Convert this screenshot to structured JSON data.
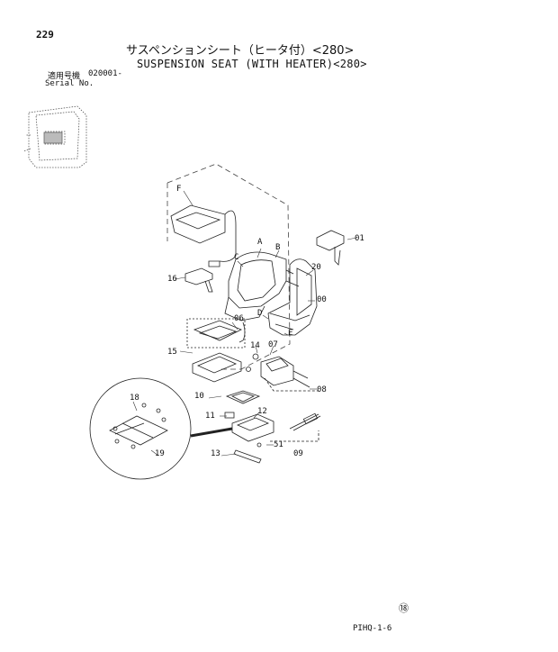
{
  "header": {
    "page_number": "229",
    "title_jp": "サスペンションシート（ヒータ付）<280>",
    "title_en": "SUSPENSION SEAT (WITH HEATER)<280>",
    "serial_label_jp": "適用号機",
    "serial_label_en": "Serial No.",
    "serial_value": "020001-"
  },
  "callouts": {
    "F": "F",
    "A": "A",
    "B": "B",
    "C": "C",
    "D": "D",
    "E": "E",
    "p01": "01",
    "p16a": "16",
    "p20": "20",
    "p00": "00",
    "p06": "06",
    "p14": "14",
    "p07": "07",
    "p15": "15",
    "p08": "08",
    "p10": "10",
    "p18": "18",
    "p12": "12",
    "p11": "11",
    "p51": "51",
    "p09": "09",
    "p13": "13",
    "p19": "19"
  },
  "footer": {
    "code": "PIHQ-1-6",
    "mark": "⑱"
  },
  "icons": [
    "machine-thumbnail-icon",
    "seat-assembly-icon",
    "detail-magnifier-icon"
  ]
}
